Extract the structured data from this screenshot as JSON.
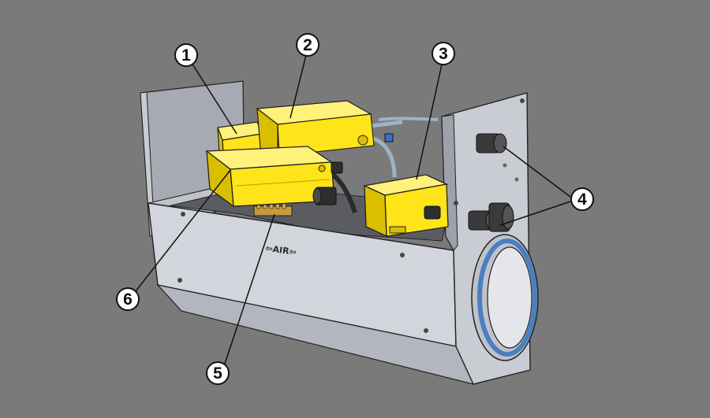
{
  "callouts": [
    {
      "label": "1"
    },
    {
      "label": "2"
    },
    {
      "label": "3"
    },
    {
      "label": "4"
    },
    {
      "label": "5"
    },
    {
      "label": "6"
    }
  ],
  "housing_stamp": "⇦AIR⇦",
  "colors": {
    "background": "#7a7a7a",
    "housing_light": "#d2d5dc",
    "housing_mid": "#b9bcc5",
    "housing_dark": "#8f929b",
    "yellow": "#ffe41a",
    "yellow_shade": "#d9bf00",
    "outline": "#222222",
    "duct_ring": "#4a7fc0"
  }
}
